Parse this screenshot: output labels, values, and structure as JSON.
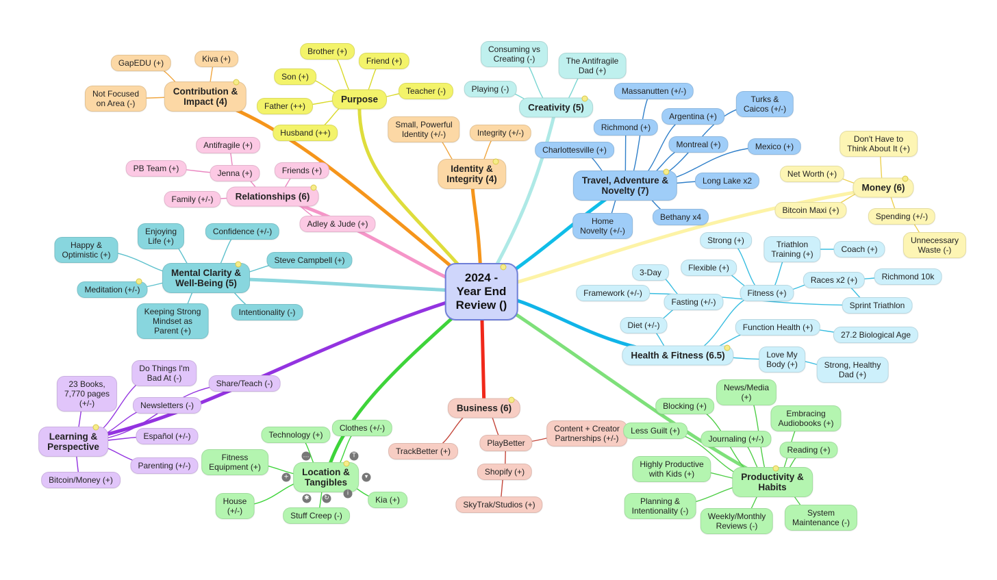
{
  "mindmap": {
    "center": "2024 -\nYear End\nReview ()",
    "branches": [
      {
        "id": "purpose",
        "label": "Purpose",
        "color": "#f3f36a",
        "edge": "#d9d92a",
        "trunk": "#dedd3c",
        "children": [
          "Brother (+)",
          "Friend (+)",
          "Son (+)",
          "Teacher (-)",
          "Father (++)",
          "Husband (++)"
        ]
      },
      {
        "id": "contribution",
        "label": "Contribution &\nImpact (4)",
        "color": "#fcd8a5",
        "edge": "#f0a640",
        "trunk": "#f5951b",
        "children": [
          "GapEDU (+)",
          "Kiva (+)",
          "Not Focused\non Area (-)"
        ]
      },
      {
        "id": "identity",
        "label": "Identity &\nIntegrity (4)",
        "color": "#fcd8a5",
        "edge": "#f0a640",
        "trunk": "#f5951b",
        "children": [
          "Small, Powerful\nIdentity (+/-)",
          "Integrity (+/-)"
        ]
      },
      {
        "id": "creativity",
        "label": "Creativity (5)",
        "color": "#bff0ee",
        "edge": "#7ad6d2",
        "trunk": "#aee9e6",
        "children": [
          "Consuming vs\nCreating (-)",
          "The Antifragile\nDad (+)",
          "Playing (-)"
        ]
      },
      {
        "id": "travel",
        "label": "Travel, Adventure &\nNovelty (7)",
        "color": "#9fcdf8",
        "edge": "#2f7fc9",
        "trunk": "#10bde8",
        "children": [
          "Massanutten (+/-)",
          "Turks &\nCaicos (+/-)",
          "Argentina (+)",
          "Richmond (+)",
          "Montreal (+)",
          "Mexico (+)",
          "Charlottesville (+)",
          "Long Lake x2",
          "Bethany x4",
          "Home\nNovelty (+/-)"
        ]
      },
      {
        "id": "money",
        "label": "Money (6)",
        "color": "#fdf5b4",
        "edge": "#ecd050",
        "trunk": "#fdf3a6",
        "children": [
          "Don't Have to\nThink About It (+)",
          "Net Worth (+)",
          "Bitcoin Maxi (+)",
          "Spending (+/-)",
          "Unnecessary\nWaste (-)"
        ]
      },
      {
        "id": "relationships",
        "label": "Relationships (6)",
        "color": "#fcc9e4",
        "edge": "#ea86c0",
        "trunk": "#f595c8",
        "children": [
          "Antifragile (+)",
          "PB Team (+)",
          "Jenna (+)",
          "Friends (+)",
          "Family (+/-)",
          "Adley & Jude (+)"
        ]
      },
      {
        "id": "mental",
        "label": "Mental Clarity &\nWell-Being (5)",
        "color": "#88d6de",
        "edge": "#5cc0cc",
        "trunk": "#8cd7de",
        "children": [
          "Enjoying\nLife (+)",
          "Confidence (+/-)",
          "Happy &\nOptimistic (+)",
          "Steve Campbell (+)",
          "Meditation (+/-)",
          "Keeping Strong\nMindset as\nParent (+)",
          "Intentionality (-)"
        ]
      },
      {
        "id": "health",
        "label": "Health & Fitness (6.5)",
        "color": "#cdf0fb",
        "edge": "#38bde0",
        "trunk": "#10b4e8",
        "children": [
          "Strong (+)",
          "Triathlon\nTraining (+)",
          "Coach (+)",
          "3-Day",
          "Flexible (+)",
          "Framework (+/-)",
          "Fasting (+/-)",
          "Fitness (+)",
          "Races x2 (+)",
          "Richmond 10k",
          "Sprint Triathlon",
          "Diet (+/-)",
          "Function Health (+)",
          "27.2 Biological Age",
          "Love My\nBody (+)",
          "Strong, Healthy\nDad (+)"
        ]
      },
      {
        "id": "learning",
        "label": "Learning &\nPerspective",
        "color": "#e1c5fa",
        "edge": "#9333e0",
        "trunk": "#9333e0",
        "children": [
          "23 Books,\n7,770 pages\n(+/-)",
          "Do Things I'm\nBad At (-)",
          "Share/Teach (-)",
          "Newsletters (-)",
          "Español (+/-)",
          "Parenting (+/-)",
          "Bitcoin/Money (+)"
        ]
      },
      {
        "id": "location",
        "label": "Location &\nTangibles",
        "color": "#b4f5b0",
        "edge": "#3ed43a",
        "trunk": "#3ed43a",
        "children": [
          "Technology (+)",
          "Clothes (+/-)",
          "Fitness\nEquipment (+)",
          "House\n(+/-)",
          "Stuff Creep (-)",
          "Kia (+)"
        ]
      },
      {
        "id": "business",
        "label": "Business (6)",
        "color": "#f7cdc3",
        "edge": "#c4463a",
        "trunk": "#f0281a",
        "children": [
          "TrackBetter (+)",
          "PlayBetter",
          "Content + Creator\nPartnerships (+/-)",
          "Shopify (+)",
          "SkyTrak/Studios (+)"
        ]
      },
      {
        "id": "productivity",
        "label": "Productivity &\nHabits",
        "color": "#b4f5b0",
        "edge": "#4fce47",
        "trunk": "#7ee07a",
        "children": [
          "News/Media\n(+)",
          "Blocking (+)",
          "Embracing\nAudiobooks (+)",
          "Less Guilt (+)",
          "Journaling (+/-)",
          "Reading (+)",
          "Highly Productive\nwith Kids (+)",
          "Planning &\nIntentionality (-)",
          "Weekly/Monthly\nReviews (-)",
          "System\nMaintenance (-)"
        ]
      }
    ],
    "control_icons": [
      "plus-icon",
      "more-icon",
      "text-icon",
      "collapse-icon",
      "star-icon",
      "refresh-icon",
      "info-icon"
    ]
  }
}
